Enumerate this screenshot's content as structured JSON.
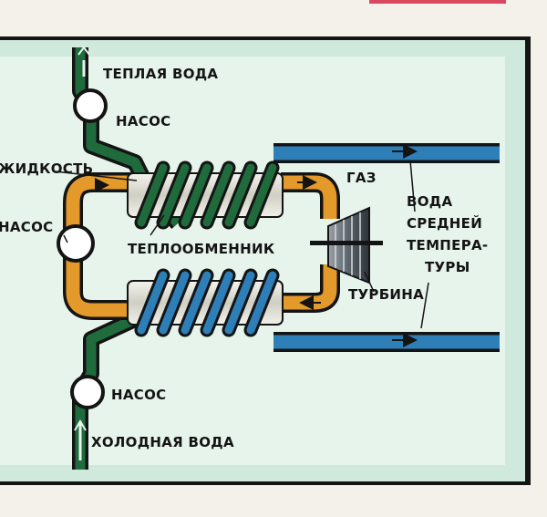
{
  "labels": {
    "warm_water": "ТЕПЛАЯ ВОДА",
    "pump_top": "НАСОС",
    "fluid": "ЖИДКОСТЬ",
    "pump_left": "НАСОС",
    "gas": "ГАЗ",
    "water_mid_1": "ВОДА",
    "water_mid_2": "СРЕДНЕЙ",
    "water_mid_3": "ТЕМПЕРА-",
    "water_mid_4": "ТУРЫ",
    "heat_exchanger": "ТЕПЛООБМЕННИК",
    "turbine": "ТУРБИНА",
    "pump_bottom": "НАСОС",
    "cold_water": "ХОЛОДНАЯ ВОДА"
  },
  "colors": {
    "panel_background": "#cfe9dd",
    "frame": "#141414",
    "warm_water_pipe": "#1f6b3c",
    "cold_water_pipe": "#2e7fb8",
    "working_fluid_pipe": "#e39a2a",
    "exchanger_body": "#dcdcd2",
    "accent_top": "#d9485f"
  }
}
